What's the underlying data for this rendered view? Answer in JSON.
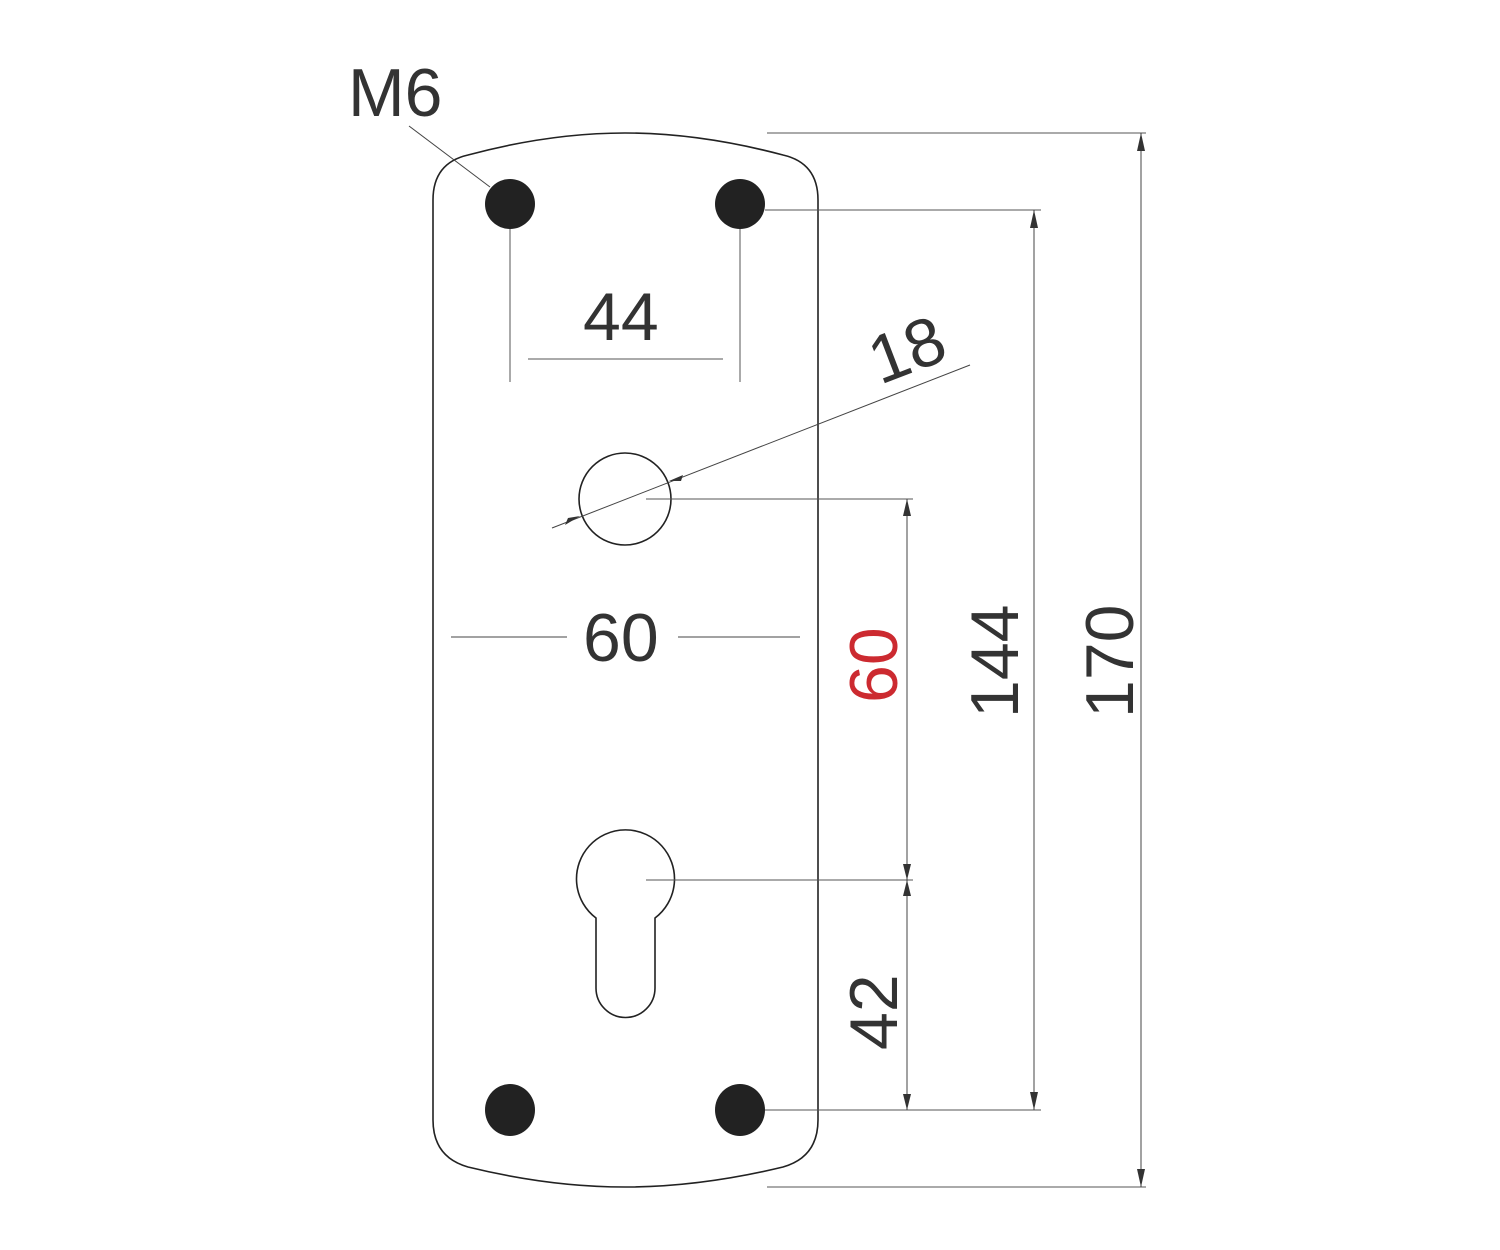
{
  "drawing": {
    "subject": "door handle backplate",
    "colors": {
      "line": "#222222",
      "text": "#333333",
      "highlight": "#cc2a30",
      "background": "#ffffff"
    },
    "labels": {
      "screw_thread": "M6",
      "hole_spacing_horizontal": "44",
      "handle_hole_diameter": "18",
      "plate_width": "60",
      "handle_to_cylinder_distance": "60",
      "cylinder_to_bottom_screw": "42",
      "screw_spacing_vertical": "144",
      "plate_height": "170"
    }
  }
}
